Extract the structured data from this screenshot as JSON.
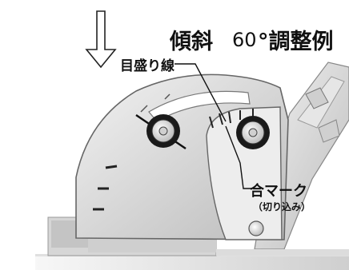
{
  "title": {
    "prefix": "傾斜",
    "angle": "60",
    "suffix": "°調整例"
  },
  "labels": {
    "scale_line": "目盛り線",
    "match_mark": "合マーク",
    "match_mark_note": "（切り込み）"
  },
  "icons": {
    "arrow": "down-arrow-icon"
  }
}
